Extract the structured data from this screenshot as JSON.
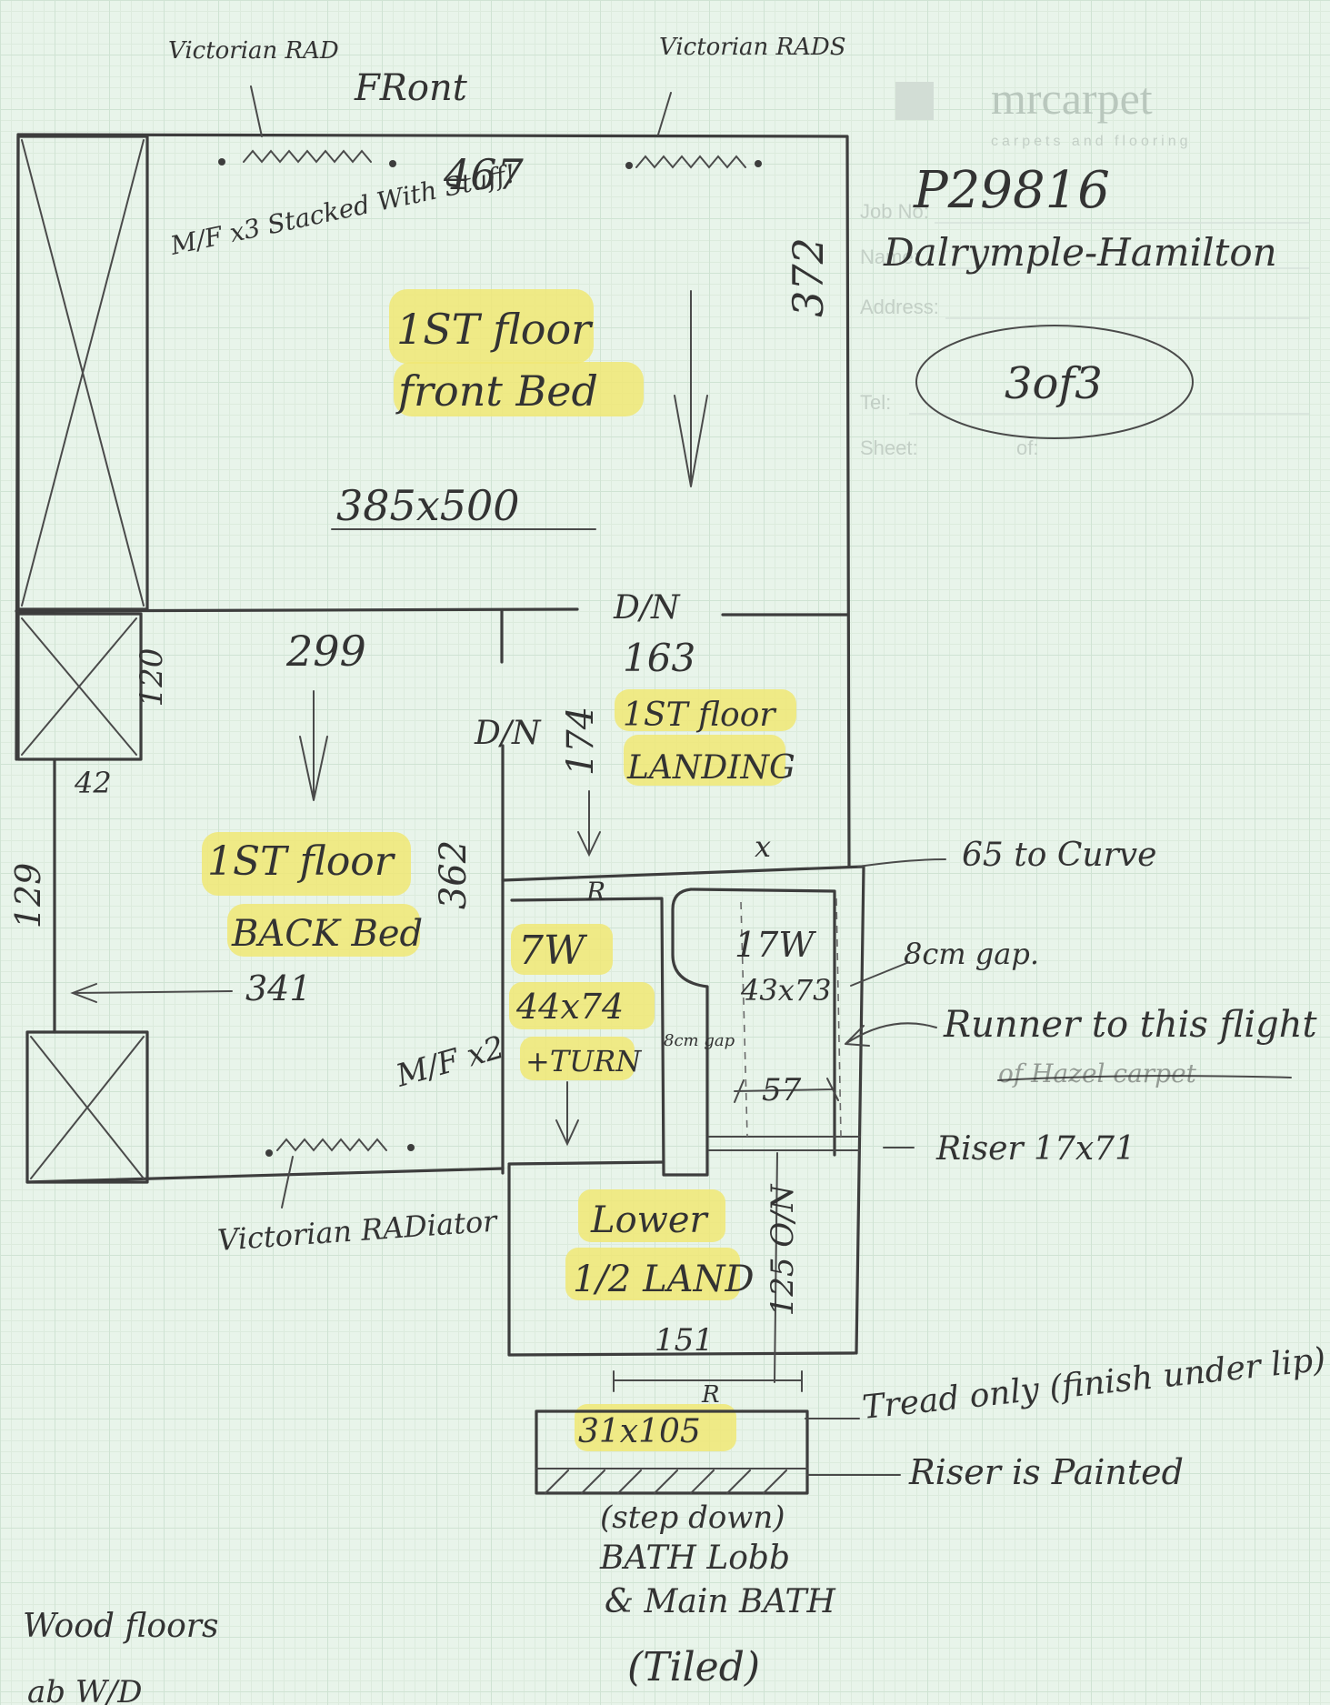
{
  "form": {
    "logo": "mrcarpet",
    "tagline": "carpets and flooring",
    "job_no_label": "Job No:",
    "name_label": "Name:",
    "address_label": "Address:",
    "tel_label": "Tel:",
    "sheet_label": "Sheet:",
    "of_label": "of:"
  },
  "job": {
    "number": "P29816",
    "client": "Dalrymple-Hamilton",
    "sheet": "3of3"
  },
  "front_bed": {
    "radiator_left": "Victorian RAD",
    "radiator_right": "Victorian RADS",
    "front_label": "FRont",
    "width": "467",
    "height": "372",
    "wardrobe_note": "M/F x3 Stacked With Stuff!",
    "room_name_1": "1ST floor",
    "room_name_2": "front Bed",
    "dimensions": "385x500"
  },
  "landing": {
    "door_top": "D/N",
    "width": "163",
    "room_name_1": "1ST floor",
    "room_name_2": "LANDING",
    "door_left": "D/N",
    "depth": "174",
    "curve_note": "65 to Curve",
    "x_mark": "x"
  },
  "back_bed": {
    "width": "299",
    "cupboard_depth": "120",
    "cupboard_width": "42",
    "left_dim": "129",
    "room_name_1": "1ST floor",
    "room_name_2": "BACK Bed",
    "height": "362",
    "bottom_dim": "341",
    "wardrobe_note": "M/F x2",
    "radiator": "Victorian RADiator"
  },
  "stairs": {
    "r_top": "R",
    "flight1_count": "7W",
    "flight1_size": "44x74",
    "flight1_turn": "+TURN",
    "gap_small": "8cm gap",
    "flight2_count": "17W",
    "flight2_size": "43x73",
    "gap_note": "8cm gap.",
    "runner_note": "Runner to this flight",
    "strike_text": "of Hazel carpet",
    "width_57": "57",
    "riser_note": "Riser 17x71"
  },
  "lower_landing": {
    "name_1": "Lower",
    "name_2": "1/2 LAND",
    "width": "151",
    "depth": "125 O/N",
    "r_mark": "R",
    "tread_size": "31x105",
    "tread_note": "Tread only (finish under lip)",
    "riser_painted": "Riser is Painted",
    "bath_1": "(step down)",
    "bath_2": "BATH Lobb",
    "bath_3": "& Main BATH",
    "bath_4": "(Tiled)"
  },
  "footer": {
    "wood_note": "Wood floors",
    "wood_note_2": "ab W/D"
  }
}
